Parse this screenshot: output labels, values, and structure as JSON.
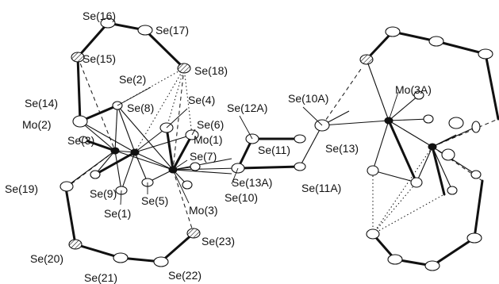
{
  "figure": {
    "labels": {
      "se16": "Se(16)",
      "se17": "Se(17)",
      "se15": "Se(15)",
      "se18": "Se(18)",
      "se2": "Se(2)",
      "se14": "Se(14)",
      "se8": "Se(8)",
      "se4": "Se(4)",
      "se12a": "Se(12A)",
      "se10a": "Se(10A)",
      "mo3a": "Mo(3A)",
      "mo2": "Mo(2)",
      "se6": "Se(6)",
      "se3": "Se(3)",
      "mo1": "Mo(1)",
      "se11": "Se(11)",
      "se13": "Se(13)",
      "se7": "Se(7)",
      "se13a": "Se(13A)",
      "se11a": "Se(11A)",
      "se19": "Se(19)",
      "se9": "Se(9)",
      "se5": "Se(5)",
      "se10": "Se(10)",
      "se1": "Se(1)",
      "mo3": "Mo(3)",
      "se23": "Se(23)",
      "se20": "Se(20)",
      "se21": "Se(21)",
      "se22": "Se(22)"
    }
  }
}
